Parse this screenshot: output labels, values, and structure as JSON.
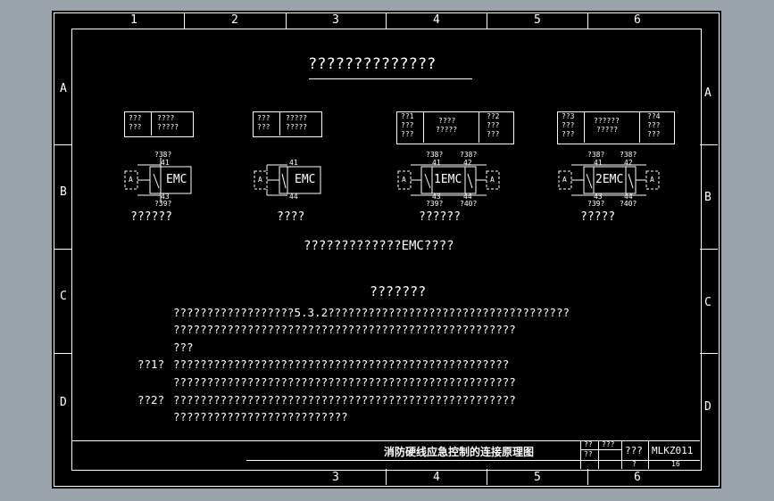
{
  "drawing": {
    "title": "??????????????",
    "subtitle": "?????????????EMC????",
    "notes": {
      "heading": "???????",
      "line1": "??????????????????5.3.2????????????????????????????????????",
      "line2": "???????????????????????????????????????????????????",
      "line3": "???",
      "item1_label": "??1?",
      "item1_line1": "??????????????????????????????????????????????????",
      "item1_line2": "???????????????????????????????????????????????????",
      "item2_label": "??2?",
      "item2_line1": "???????????????????????????????????????????????????",
      "item2_line2": "??????????????????????????"
    },
    "columns": [
      "1",
      "2",
      "3",
      "4",
      "5",
      "6"
    ],
    "rows": [
      "A",
      "B",
      "C",
      "D"
    ],
    "bottom_columns": [
      "3",
      "4",
      "5",
      "6"
    ],
    "legend_tables": [
      {
        "c1": [
          "???",
          "???"
        ],
        "c2": [
          "????",
          "?????"
        ]
      },
      {
        "c1": [
          "???",
          "???"
        ],
        "c2": [
          "?????",
          "?????"
        ]
      },
      {
        "c1": [
          "??1",
          "???",
          "???"
        ],
        "c2": [
          "????",
          "?????"
        ],
        "c3": [
          "??2",
          "???",
          "???"
        ]
      },
      {
        "c1": [
          "??3",
          "???",
          "???"
        ],
        "c2": [
          "??????",
          "?????"
        ],
        "c3": [
          "??4",
          "???",
          "???"
        ]
      }
    ],
    "emc_blocks": [
      {
        "label": "EMC",
        "top_num": "?38?",
        "t1": "41",
        "b1": "43",
        "bottom_num": "?39?",
        "caption": "??????"
      },
      {
        "label": "EMC",
        "t1": "41",
        "b1": "44",
        "caption": "????"
      },
      {
        "label": "1EMC",
        "top_num": "?38?",
        "top_num2": "?38?",
        "t1": "41",
        "t2": "42",
        "b1": "43",
        "b2": "44",
        "bottom_num": "?39?",
        "bottom_num2": "?40?",
        "caption": "??????"
      },
      {
        "label": "2EMC",
        "top_num": "?38?",
        "top_num2": "?38?",
        "t1": "41",
        "t2": "42",
        "b1": "43",
        "b2": "44",
        "bottom_num": "?39?",
        "bottom_num2": "?40?",
        "caption": "?????"
      }
    ],
    "terminal_label": "A",
    "title_block": {
      "name": "消防硬线应急控制的连接原理图",
      "q1": "??",
      "q2": "???",
      "q3": "??",
      "q4": "???",
      "code": "MLKZ011",
      "q5": "?",
      "sheet": "16"
    }
  }
}
